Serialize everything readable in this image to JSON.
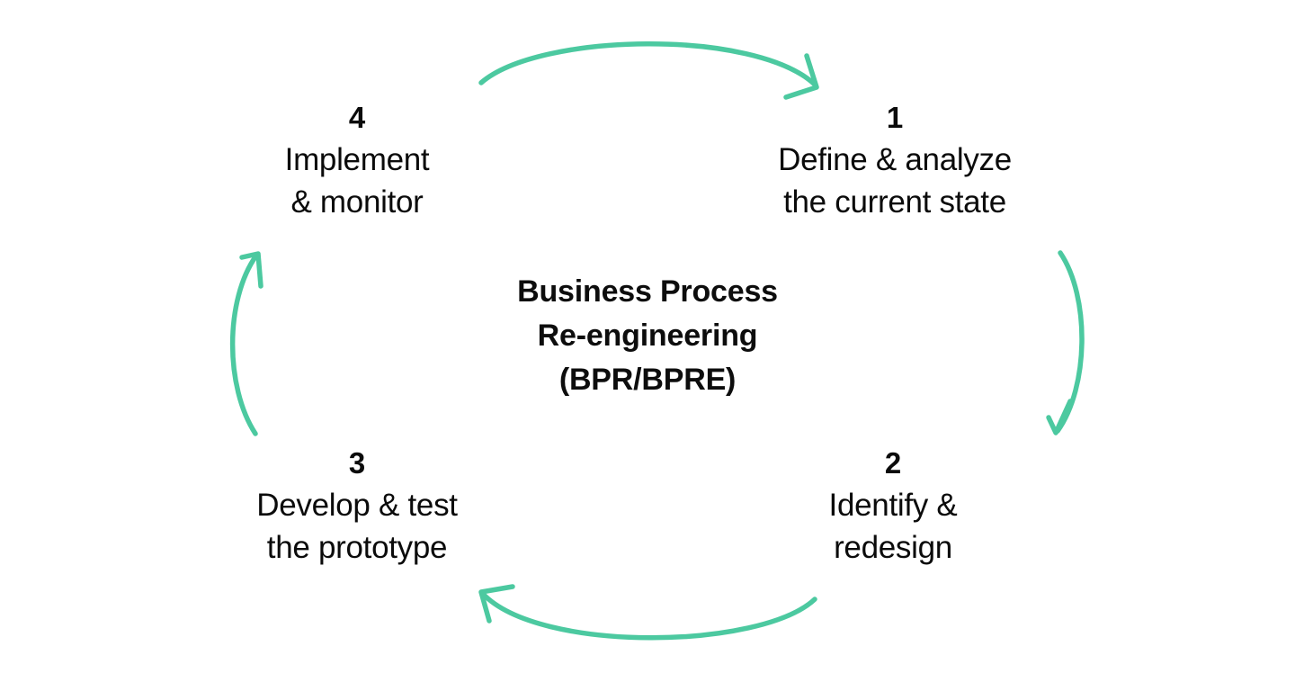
{
  "diagram": {
    "title_lines": [
      "Business Process",
      "Re-engineering",
      "(BPR/BPRE)"
    ],
    "accent_color": "#4CC9A0",
    "text_color": "#0b0b0b",
    "background_color": "#FFFFFF",
    "steps": [
      {
        "number": "1",
        "lines": [
          "Define & analyze",
          "the current state"
        ],
        "position": "top-right"
      },
      {
        "number": "2",
        "lines": [
          "Identify &",
          "redesign"
        ],
        "position": "bottom-right"
      },
      {
        "number": "3",
        "lines": [
          "Develop & test",
          "the prototype"
        ],
        "position": "bottom-left"
      },
      {
        "number": "4",
        "lines": [
          "Implement",
          "& monitor"
        ],
        "position": "top-left"
      }
    ],
    "arrows": [
      {
        "name": "arrow-top",
        "from_step": "4",
        "to_step": "1",
        "direction": "clockwise-top"
      },
      {
        "name": "arrow-right",
        "from_step": "1",
        "to_step": "2",
        "direction": "clockwise-right"
      },
      {
        "name": "arrow-bottom",
        "from_step": "2",
        "to_step": "3",
        "direction": "clockwise-bottom"
      },
      {
        "name": "arrow-left",
        "from_step": "3",
        "to_step": "4",
        "direction": "clockwise-left"
      }
    ]
  }
}
